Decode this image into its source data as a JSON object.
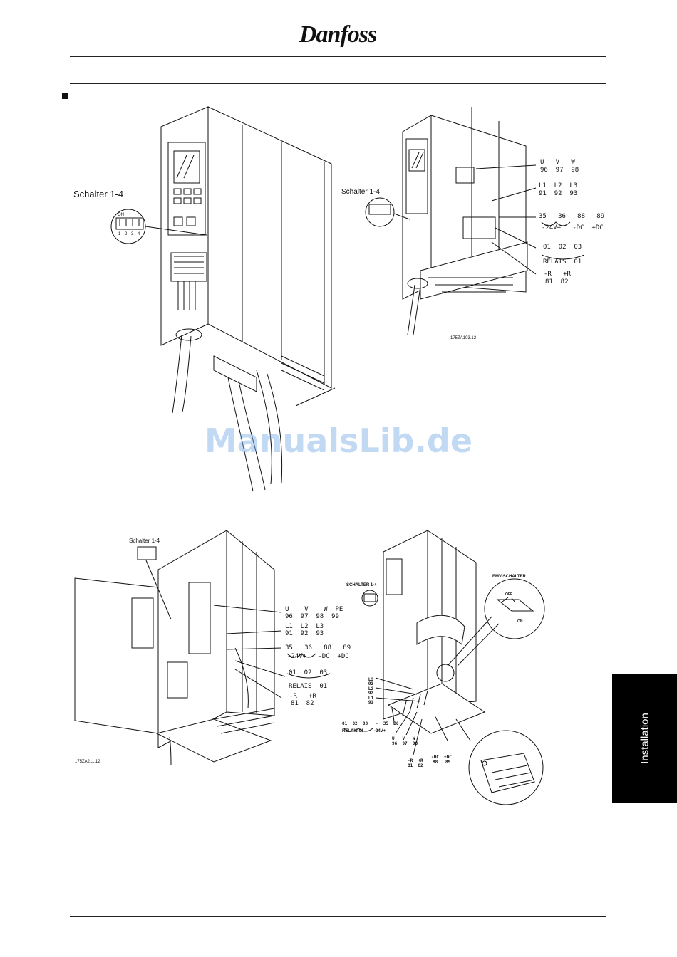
{
  "header": {
    "logo_text": "Danfoss"
  },
  "watermark": "ManualsLib.de",
  "side_tab": {
    "label": "Installation"
  },
  "fig1": {
    "switch_label": "Schalter  1-4",
    "dip_on": "ON",
    "dip_nums": [
      "1",
      "2",
      "3",
      "4"
    ]
  },
  "fig2": {
    "switch_label": "Schalter  1-4",
    "motor_letters": "U   V   W",
    "motor_nums": "96  97  98",
    "mains_letters": "L1  L2  L3",
    "mains_nums": "91  92  93",
    "ctrl_nums": "35   36   88   89",
    "ctrl_sub": "-24V+   -DC  +DC",
    "relay_nums": "01  02  03",
    "relay_label": "RELAIS  01",
    "brake_letters": "-R   +R",
    "brake_nums": "81  82",
    "code": "175ZA103.12"
  },
  "fig3": {
    "switch_label": "Schalter  1-4",
    "motor_letters": "U    V    W  PE",
    "motor_nums": "96  97  98  99",
    "mains_letters": "L1  L2  L3",
    "mains_nums": "91  92  93",
    "ctrl_nums": "35   36   88   89",
    "ctrl_sub": "-24V+   -DC  +DC",
    "relay_nums": "01  02  03",
    "relay_label": "RELAIS  01",
    "brake_letters": "-R   +R",
    "brake_nums": "81  82",
    "code": "175ZA211.12"
  },
  "fig4": {
    "switch_label": "SCHALTER  1-4",
    "emv_label": "EMV-SCHALTER",
    "off": "OFF",
    "on": "ON",
    "mains_left": [
      "L3",
      "93",
      "L2",
      "92",
      "L1",
      "91"
    ],
    "relay_nums": "01  02  03   -  35  36",
    "relay_label": "RELAIS 01",
    "ctrl_sub": "-24V+",
    "motor_letters": "U   V   W",
    "motor_nums": "96  97  98",
    "brake_letters": "-R  +R",
    "brake_nums": "81  82",
    "dc_letters": "-DC  +DC",
    "dc_nums": "88   89"
  }
}
